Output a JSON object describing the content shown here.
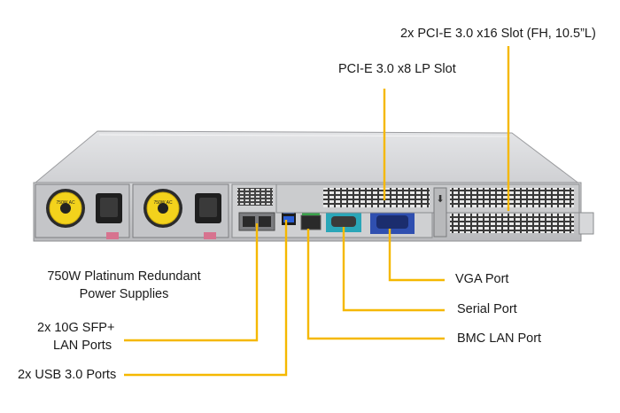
{
  "callouts": {
    "pcie_x16": "2x PCI-E 3.0 x16 Slot (FH, 10.5”L)",
    "pcie_x8": "PCI-E 3.0 x8 LP Slot",
    "psu_line1": "750W Platinum Redundant",
    "psu_line2": "Power Supplies",
    "vga": "VGA Port",
    "serial": "Serial Port",
    "sfp_line1": "2x 10G SFP+",
    "sfp_line2": "LAN Ports",
    "bmc": "BMC LAN Port",
    "usb": "2x USB 3.0 Ports"
  },
  "psu_badge_text": "750W AC",
  "colors": {
    "leader_line": "#f5b800",
    "chassis": "#c9cacc",
    "psu_fan": "#f3d21c",
    "vga_port": "#2f4fb0",
    "serial_port": "#2aa6b8",
    "usb_port": "#2b5fd6"
  }
}
